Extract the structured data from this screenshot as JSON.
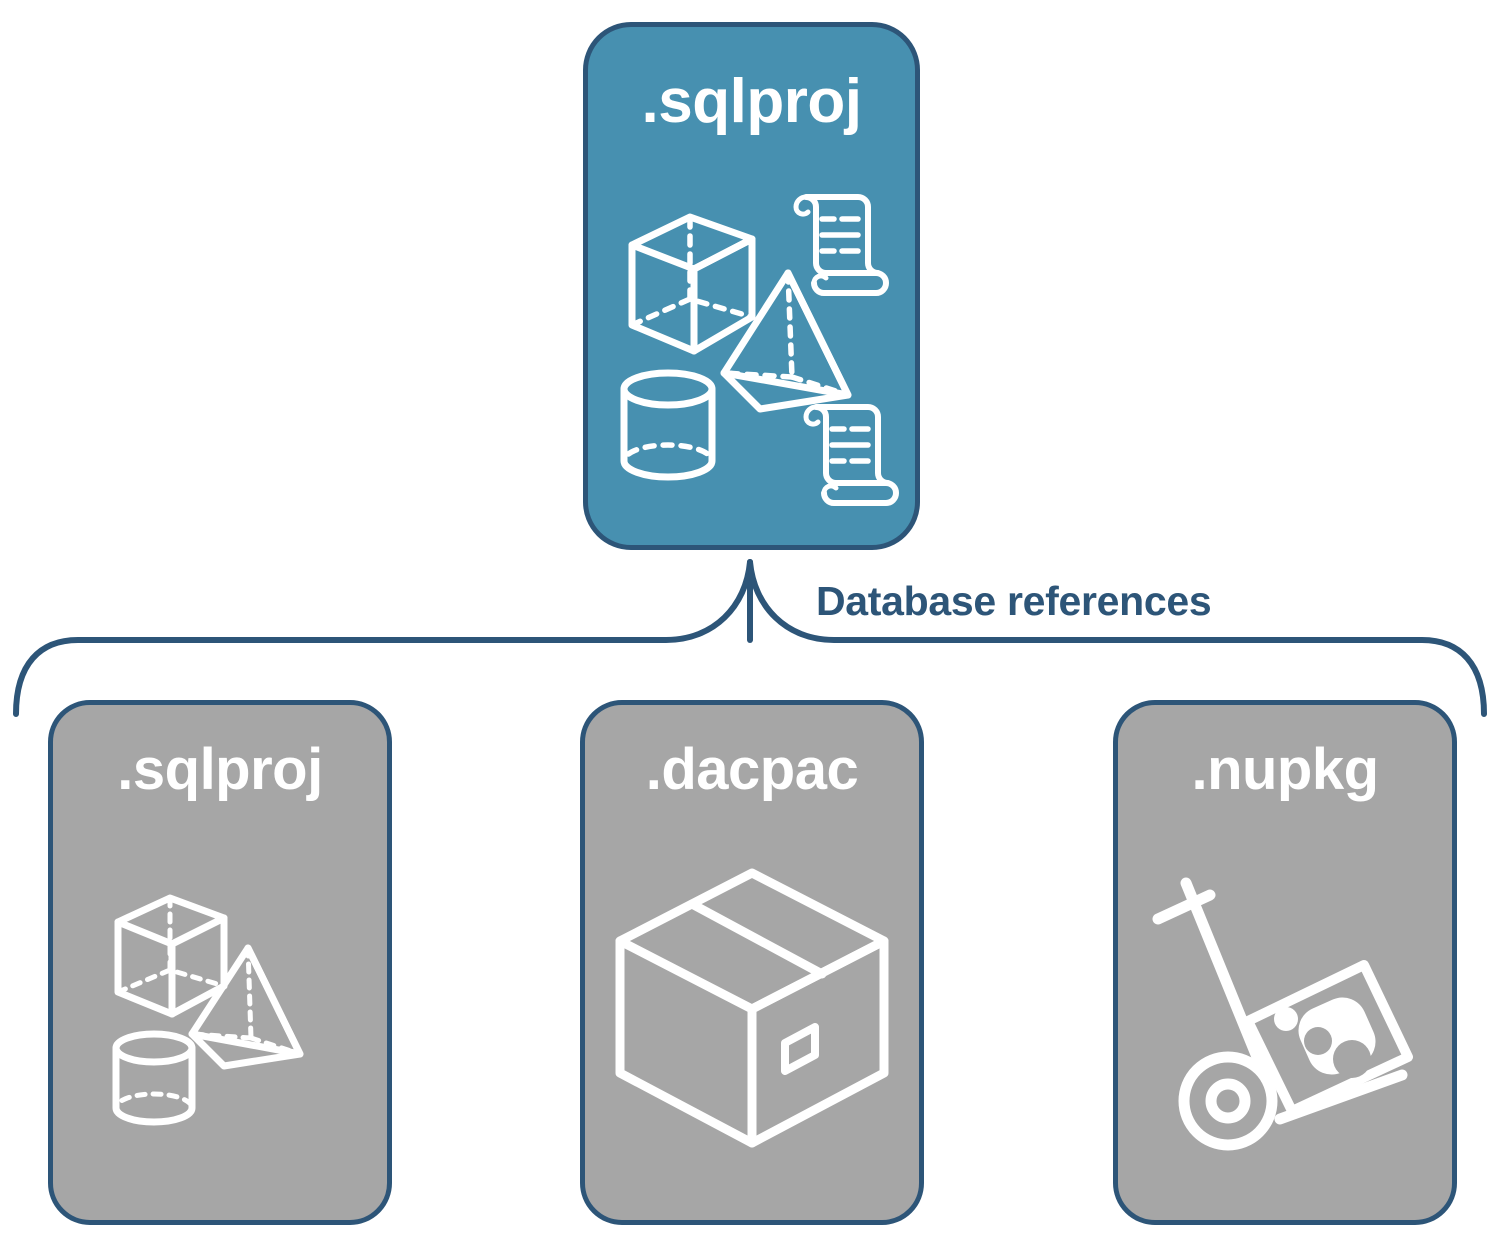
{
  "diagram": {
    "title": "Database references",
    "colors": {
      "parent_fill": "#4790b0",
      "child_fill": "#a6a6a6",
      "border": "#2d5578",
      "label_text": "#2d5578",
      "card_text": "#ffffff",
      "background": "#ffffff"
    },
    "connector": {
      "label": "Database references",
      "type": "horizontal-brace",
      "branches": 3
    },
    "parent": {
      "label": ".sqlproj",
      "icons": [
        "cube-icon",
        "scroll-icon",
        "pyramid-icon",
        "cylinder-icon",
        "scroll-icon"
      ]
    },
    "children": [
      {
        "label": ".sqlproj",
        "icons": [
          "cube-icon",
          "pyramid-icon",
          "cylinder-icon"
        ]
      },
      {
        "label": ".dacpac",
        "icons": [
          "package-box-icon"
        ]
      },
      {
        "label": ".nupkg",
        "icons": [
          "hand-truck-icon"
        ]
      }
    ]
  }
}
